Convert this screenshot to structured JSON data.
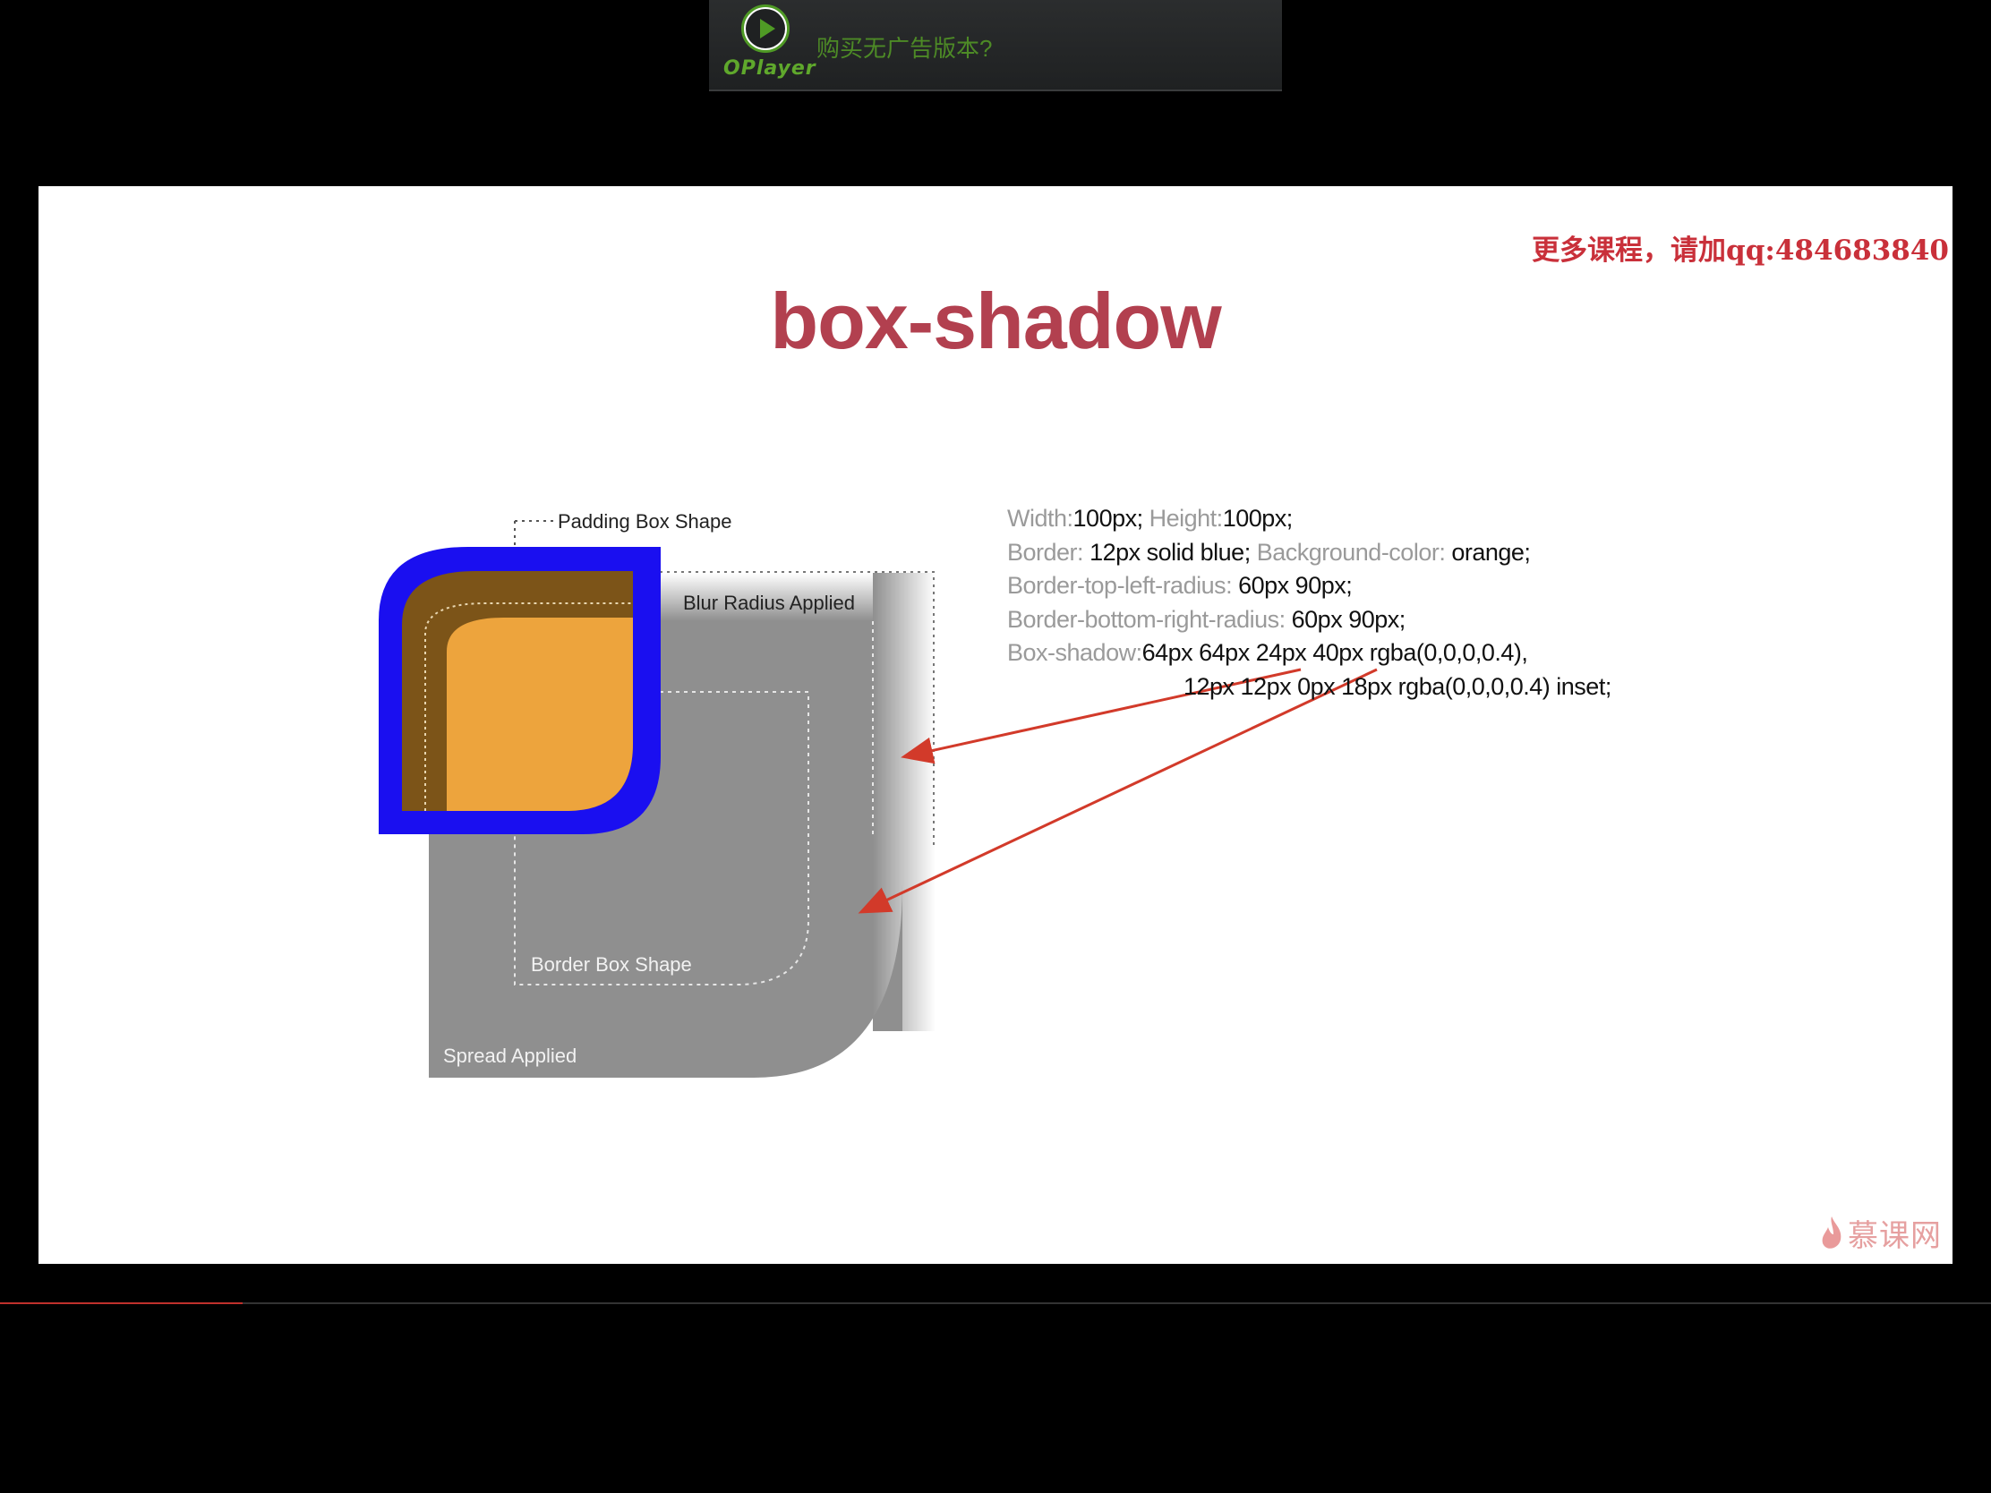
{
  "ad_banner": {
    "brand": "OPlayer",
    "text": "购买无广告版本?",
    "accent": "#4f9a25"
  },
  "slide": {
    "watermark": "更多课程，请加qq:484683840",
    "title": "box-shadow",
    "title_color": "#b2404f",
    "labels": {
      "padding_box": "Padding Box Shape",
      "blur_radius": "Blur Radius Applied",
      "border_box": "Border Box Shape",
      "spread": "Spread Applied"
    },
    "code": {
      "line1": {
        "p1": "Width:",
        "v1": "100px;",
        "p2": "Height:",
        "v2": "100px;"
      },
      "line2": {
        "p1": "Border:",
        "v1": "12px solid blue;",
        "p2": "Background-color:",
        "v2": "orange;"
      },
      "line3": {
        "p1": "Border-top-left-radius:",
        "v1": "60px 90px;"
      },
      "line4": {
        "p1": "Border-bottom-right-radius:",
        "v1": "60px 90px;"
      },
      "line5": {
        "p1": "Box-shadow:",
        "v1": "64px 64px 24px 40px rgba(0,0,0,0.4),"
      },
      "line6": {
        "v1": "12px 12px 0px 18px rgba(0,0,0,0.4) inset;"
      }
    },
    "logo_text": "慕课网",
    "colors": {
      "blue": "#1a0ff0",
      "orange": "#eda43d",
      "shadow": "#8f8f8f",
      "arrow": "#d23a2a"
    }
  },
  "player": {
    "progress": 0.122
  }
}
